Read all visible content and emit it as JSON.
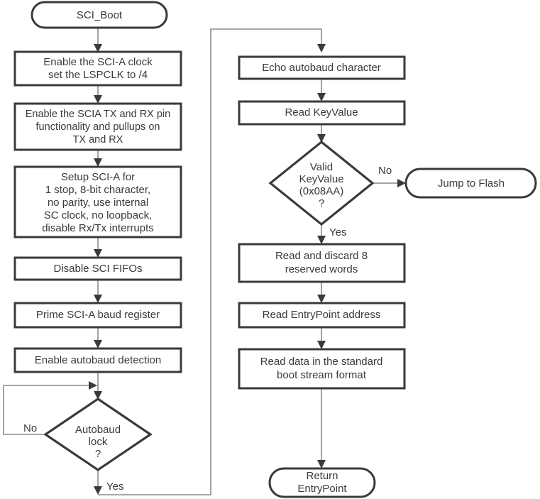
{
  "diagram": {
    "title": "SCI_Boot flowchart",
    "colors": {
      "background": "#ffffff",
      "node_stroke": "#3a3a3a",
      "node_fill": "#ffffff",
      "edge_stroke": "#8a8a8a",
      "text": "#3a3a3a"
    }
  },
  "nodes": {
    "start": {
      "type": "terminal",
      "label": "SCI_Boot"
    },
    "enable_clock": {
      "type": "process",
      "line1": "Enable the SCI-A clock",
      "line2": "set the LSPCLK to /4"
    },
    "enable_pins": {
      "type": "process",
      "line1": "Enable the SCIA TX and RX pin",
      "line2": "functionality and pullups on",
      "line3": "TX and RX"
    },
    "setup_scia": {
      "type": "process",
      "line1": "Setup SCI-A for",
      "line2": "1 stop, 8-bit character,",
      "line3": "no parity, use internal",
      "line4": "SC clock, no loopback,",
      "line5": "disable Rx/Tx interrupts"
    },
    "disable_fifos": {
      "type": "process",
      "label": "Disable SCI FIFOs"
    },
    "prime_baud": {
      "type": "process",
      "label": "Prime SCI-A baud register"
    },
    "enable_autobaud": {
      "type": "process",
      "label": "Enable autobaud detection"
    },
    "autobaud_lock": {
      "type": "decision",
      "line1": "Autobaud",
      "line2": "lock",
      "line3": "?"
    },
    "echo_char": {
      "type": "process",
      "label": "Echo autobaud character"
    },
    "read_keyvalue": {
      "type": "process",
      "label": "Read KeyValue"
    },
    "valid_keyvalue": {
      "type": "decision",
      "line1": "Valid",
      "line2": "KeyValue",
      "line3": "(0x08AA)",
      "line4": "?"
    },
    "jump_to_flash": {
      "type": "terminal",
      "label": "Jump to Flash"
    },
    "read_reserved": {
      "type": "process",
      "line1": "Read and discard 8",
      "line2": "reserved words"
    },
    "read_entrypoint": {
      "type": "process",
      "label": "Read EntryPoint address"
    },
    "read_stream": {
      "type": "process",
      "line1": "Read data in the standard",
      "line2": "boot stream format"
    },
    "return_entrypoint": {
      "type": "terminal",
      "line1": "Return",
      "line2": "EntryPoint"
    }
  },
  "edge_labels": {
    "autobaud_no": "No",
    "autobaud_yes": "Yes",
    "keyvalue_no": "No",
    "keyvalue_yes": "Yes"
  }
}
